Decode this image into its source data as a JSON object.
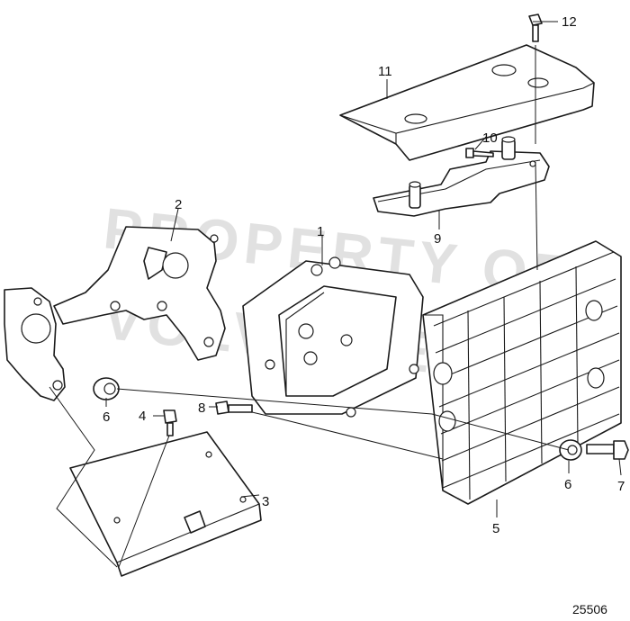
{
  "watermark": {
    "line1": "PROPERTY OF",
    "line2": "VOLVO PENTA"
  },
  "reference_number": "25506",
  "callouts": {
    "c1": "1",
    "c2": "2",
    "c3": "3",
    "c4": "4",
    "c5": "5",
    "c6a": "6",
    "c6b": "6",
    "c7": "7",
    "c8": "8",
    "c9": "9",
    "c10": "10",
    "c11": "11",
    "c12": "12"
  }
}
